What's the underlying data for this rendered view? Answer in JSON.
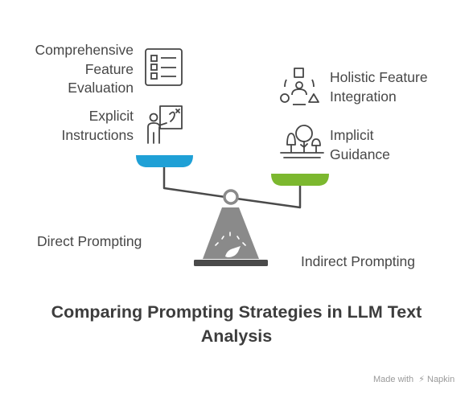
{
  "title": [
    "Comparing Prompting Strategies in LLM Text",
    "Analysis"
  ],
  "left_side": {
    "label": "Direct Prompting",
    "color": "#1fa0d6",
    "items": [
      {
        "lines": [
          "Comprehensive",
          "Feature",
          "Evaluation"
        ],
        "icon": "checklist-icon"
      },
      {
        "lines": [
          "Explicit",
          "Instructions"
        ],
        "icon": "teacher-board-icon"
      }
    ]
  },
  "right_side": {
    "label": "Indirect Prompting",
    "color": "#7cb82f",
    "items": [
      {
        "lines": [
          "Holistic Feature",
          "Integration"
        ],
        "icon": "shapes-person-icon"
      },
      {
        "lines": [
          "Implicit",
          "Guidance"
        ],
        "icon": "trees-landscape-icon"
      }
    ]
  },
  "scale_color": "#8a8a8a",
  "credit": {
    "text": "Made with",
    "brand": "Napkin"
  }
}
